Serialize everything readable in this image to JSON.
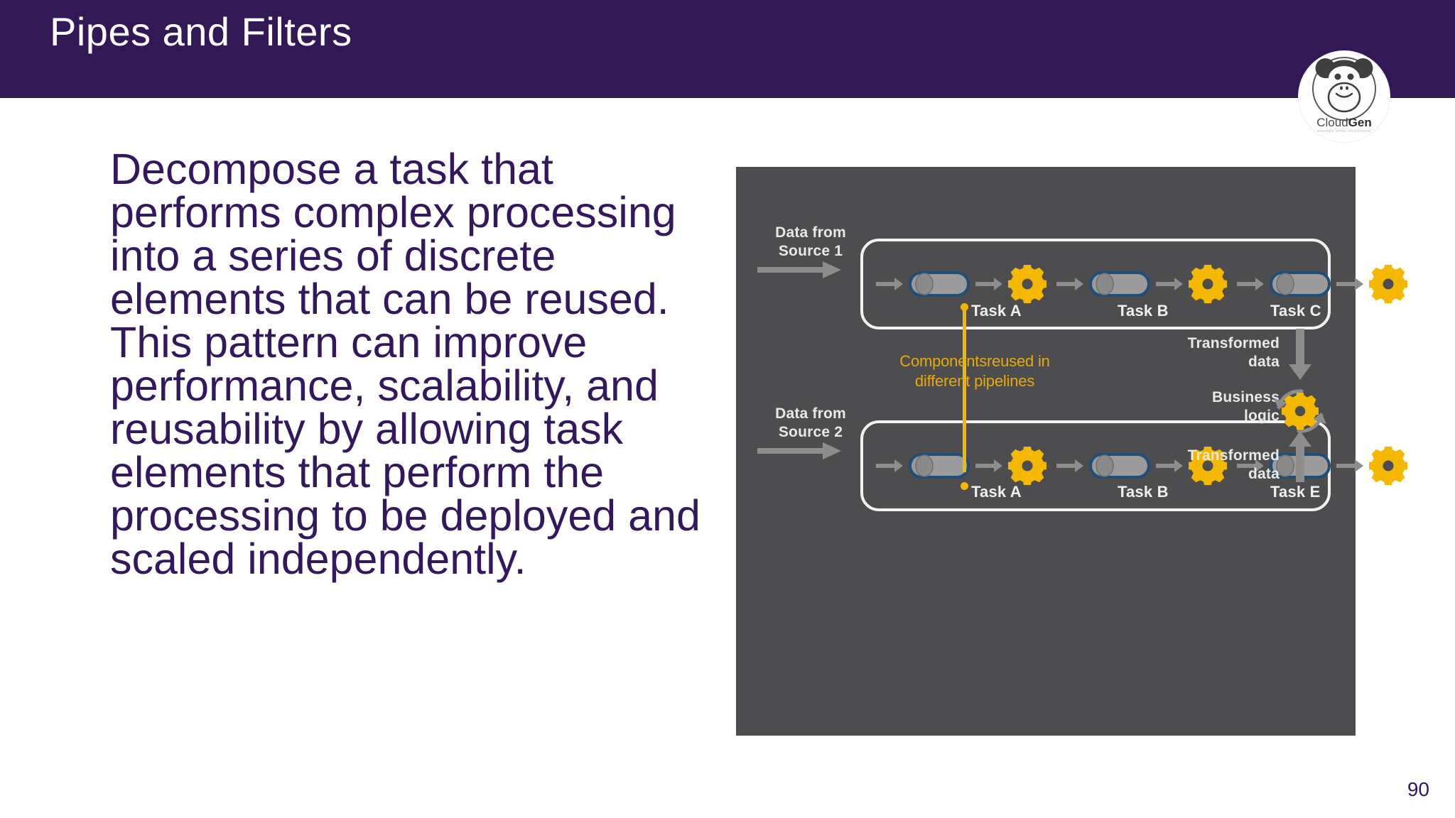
{
  "slide": {
    "title": "Pipes and Filters",
    "page_number": "90",
    "body_text": "Decompose a task that performs complex processing into a series of discrete elements that can be reused. This pattern can improve performance, scalability, and reusability by allowing task elements that perform the processing to be deployed and scaled independently.",
    "banner_color": "#331856",
    "text_color": "#34185f"
  },
  "logo": {
    "name": "CloudGen",
    "name_prefix": "Cloud",
    "name_suffix": "Gen",
    "tagline": "automate  sense  revolutionize"
  },
  "diagram": {
    "background_color": "#4d4c4e",
    "accent_color": "#f5b800",
    "pipe_outline_color": "#1f4e79",
    "sources": [
      {
        "label": "Data from\nSource 1",
        "line1": "Data from",
        "line2": "Source 1"
      },
      {
        "label": "Data from\nSource 2",
        "line1": "Data from",
        "line2": "Source 2"
      }
    ],
    "pipelines": [
      {
        "id": "pipeline-1",
        "tasks": [
          "Task A",
          "Task B",
          "Task C"
        ]
      },
      {
        "id": "pipeline-2",
        "tasks": [
          "Task A",
          "Task B",
          "Task E"
        ]
      }
    ],
    "annotation": {
      "line1": "Componentsreused in",
      "line2": "different pipelines"
    },
    "flow_labels": {
      "transformed_top_line1": "Transformed",
      "transformed_top_line2": "data",
      "transformed_bottom_line1": "Transformed",
      "transformed_bottom_line2": "data",
      "business_line1": "Business",
      "business_line2": "logic"
    }
  }
}
